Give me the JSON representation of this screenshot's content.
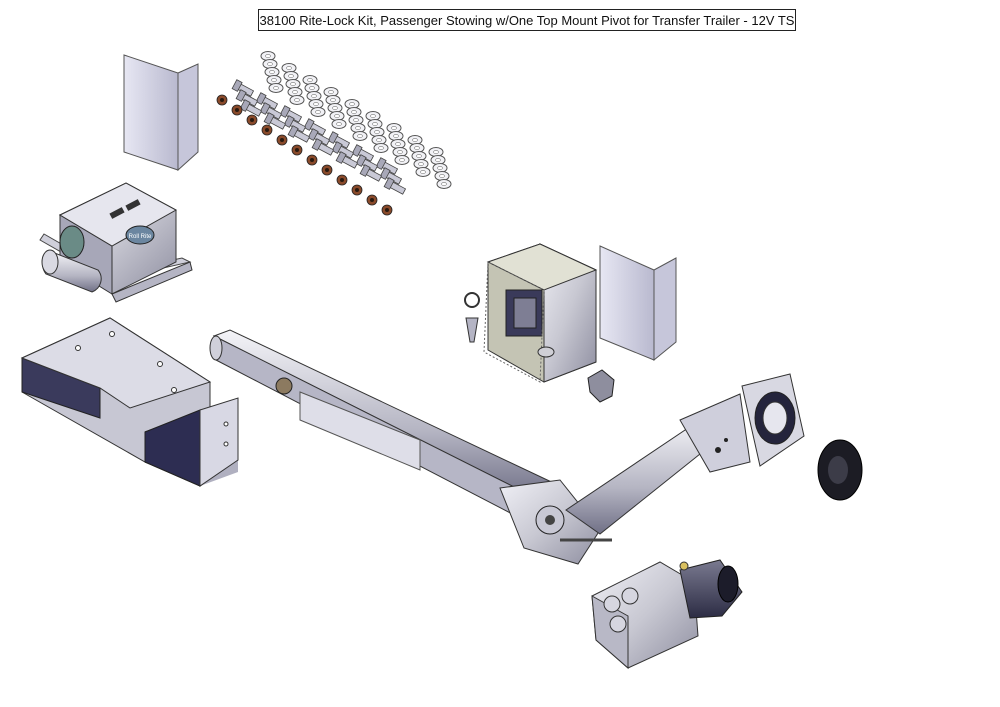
{
  "title": "38100 Rite-Lock Kit, Passenger Stowing w/One Top Mount Pivot for Transfer Trailer - 12V TS",
  "motor_logo": "Roll Rite",
  "parts": [
    {
      "name": "instruction-sheet",
      "icon": "folded-document-icon"
    },
    {
      "name": "hardware",
      "icon": "bolt-washer-nut-icon"
    },
    {
      "name": "motor-housing",
      "icon": "motor-cover-icon"
    },
    {
      "name": "mounting-plate",
      "icon": "bracket-icon"
    },
    {
      "name": "control-box",
      "icon": "electrical-box-icon"
    },
    {
      "name": "arm-assembly",
      "icon": "arm-icon"
    },
    {
      "name": "pivot-seal",
      "icon": "gasket-icon"
    },
    {
      "name": "gear-motor",
      "icon": "gearmotor-icon"
    }
  ]
}
